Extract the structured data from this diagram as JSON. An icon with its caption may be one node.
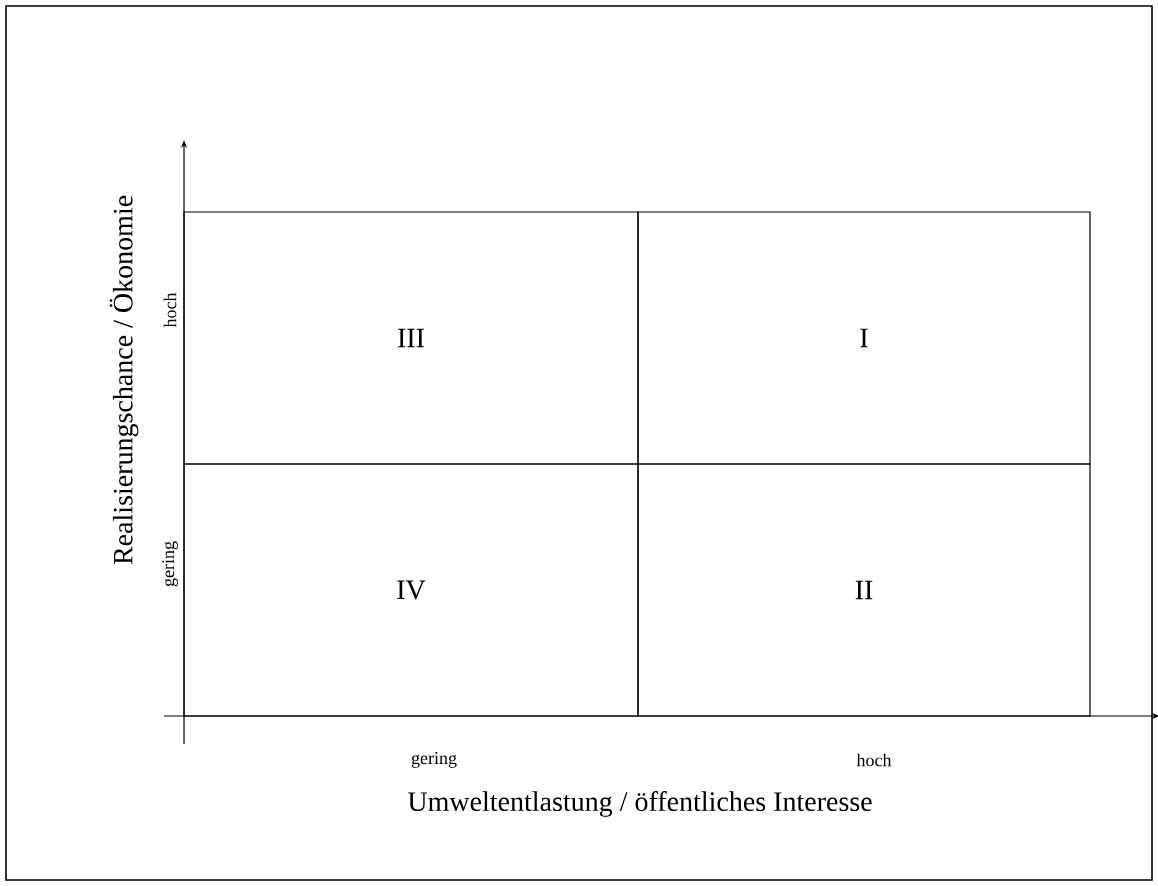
{
  "diagram": {
    "nodes": [
      {
        "text": [
          "III"
        ]
      },
      {
        "text": [
          "I"
        ]
      },
      {
        "text": [
          "IV"
        ]
      },
      {
        "text": [
          "II"
        ]
      }
    ],
    "labels": [
      "Realisierungschance / Ökonomie",
      "hoch",
      "gering",
      "gering",
      "hoch",
      "Umweltentlastung / öffentliches Interesse"
    ]
  }
}
